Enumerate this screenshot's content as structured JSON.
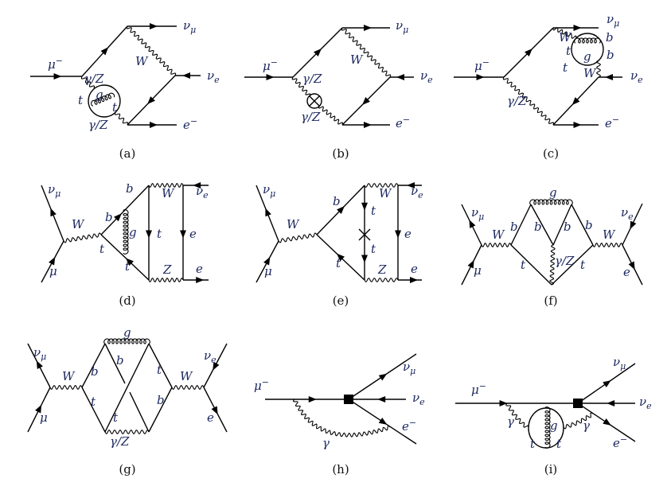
{
  "figure": {
    "panels": [
      {
        "caption": "(a)",
        "labels": [
          {
            "t": "μ",
            "sup": "−"
          },
          {
            "t": "ν",
            "sub": "μ"
          },
          {
            "t": "W"
          },
          {
            "t": "ν",
            "sub": "e"
          },
          {
            "t": "e",
            "sup": "−"
          },
          {
            "t": "γ/Z"
          },
          {
            "t": "t"
          },
          {
            "t": "g"
          },
          {
            "t": "t"
          },
          {
            "t": "γ/Z"
          }
        ]
      },
      {
        "caption": "(b)",
        "labels": [
          {
            "t": "μ",
            "sup": "−"
          },
          {
            "t": "ν",
            "sub": "μ"
          },
          {
            "t": "W"
          },
          {
            "t": "ν",
            "sub": "e"
          },
          {
            "t": "e",
            "sup": "−"
          },
          {
            "t": "γ/Z"
          },
          {
            "t": "γ/Z"
          }
        ]
      },
      {
        "caption": "(c)",
        "labels": [
          {
            "t": "μ",
            "sup": "−"
          },
          {
            "t": "ν",
            "sub": "μ"
          },
          {
            "t": "W"
          },
          {
            "t": "b"
          },
          {
            "t": "t"
          },
          {
            "t": "g"
          },
          {
            "t": "b"
          },
          {
            "t": "t"
          },
          {
            "t": "W"
          },
          {
            "t": "ν",
            "sub": "e"
          },
          {
            "t": "e",
            "sup": "−"
          },
          {
            "t": "γ/Z"
          }
        ]
      },
      {
        "caption": "(d)",
        "labels": [
          {
            "t": "ν",
            "sub": "μ"
          },
          {
            "t": "μ"
          },
          {
            "t": "W"
          },
          {
            "t": "b"
          },
          {
            "t": "b"
          },
          {
            "t": "t"
          },
          {
            "t": "t"
          },
          {
            "t": "g"
          },
          {
            "t": "W"
          },
          {
            "t": "t"
          },
          {
            "t": "Z"
          },
          {
            "t": "ν",
            "sub": "e"
          },
          {
            "t": "e"
          },
          {
            "t": "e"
          }
        ]
      },
      {
        "caption": "(e)",
        "labels": [
          {
            "t": "ν",
            "sub": "μ"
          },
          {
            "t": "μ"
          },
          {
            "t": "W"
          },
          {
            "t": "b"
          },
          {
            "t": "t"
          },
          {
            "t": "W"
          },
          {
            "t": "t"
          },
          {
            "t": "t"
          },
          {
            "t": "Z"
          },
          {
            "t": "ν",
            "sub": "e"
          },
          {
            "t": "e"
          },
          {
            "t": "e"
          }
        ]
      },
      {
        "caption": "(f)",
        "labels": [
          {
            "t": "ν",
            "sub": "μ"
          },
          {
            "t": "μ"
          },
          {
            "t": "W"
          },
          {
            "t": "b"
          },
          {
            "t": "b"
          },
          {
            "t": "b"
          },
          {
            "t": "b"
          },
          {
            "t": "g"
          },
          {
            "t": "γ/Z"
          },
          {
            "t": "t"
          },
          {
            "t": "t"
          },
          {
            "t": "W"
          },
          {
            "t": "ν",
            "sub": "e"
          },
          {
            "t": "e"
          }
        ]
      },
      {
        "caption": "(g)",
        "labels": [
          {
            "t": "ν",
            "sub": "μ"
          },
          {
            "t": "μ"
          },
          {
            "t": "W"
          },
          {
            "t": "b"
          },
          {
            "t": "b"
          },
          {
            "t": "t"
          },
          {
            "t": "t"
          },
          {
            "t": "t"
          },
          {
            "t": "b"
          },
          {
            "t": "g"
          },
          {
            "t": "γ/Z"
          },
          {
            "t": "W"
          },
          {
            "t": "ν",
            "sub": "e"
          },
          {
            "t": "e"
          }
        ]
      },
      {
        "caption": "(h)",
        "labels": [
          {
            "t": "μ",
            "sup": "−"
          },
          {
            "t": "ν",
            "sub": "μ"
          },
          {
            "t": "ν",
            "sub": "e"
          },
          {
            "t": "e",
            "sup": "−"
          },
          {
            "t": "γ"
          }
        ]
      },
      {
        "caption": "(i)",
        "labels": [
          {
            "t": "μ",
            "sup": "−"
          },
          {
            "t": "ν",
            "sub": "μ"
          },
          {
            "t": "ν",
            "sub": "e"
          },
          {
            "t": "e",
            "sup": "−"
          },
          {
            "t": "γ"
          },
          {
            "t": "γ"
          },
          {
            "t": "g"
          },
          {
            "t": "t"
          },
          {
            "t": "t"
          }
        ]
      }
    ]
  }
}
